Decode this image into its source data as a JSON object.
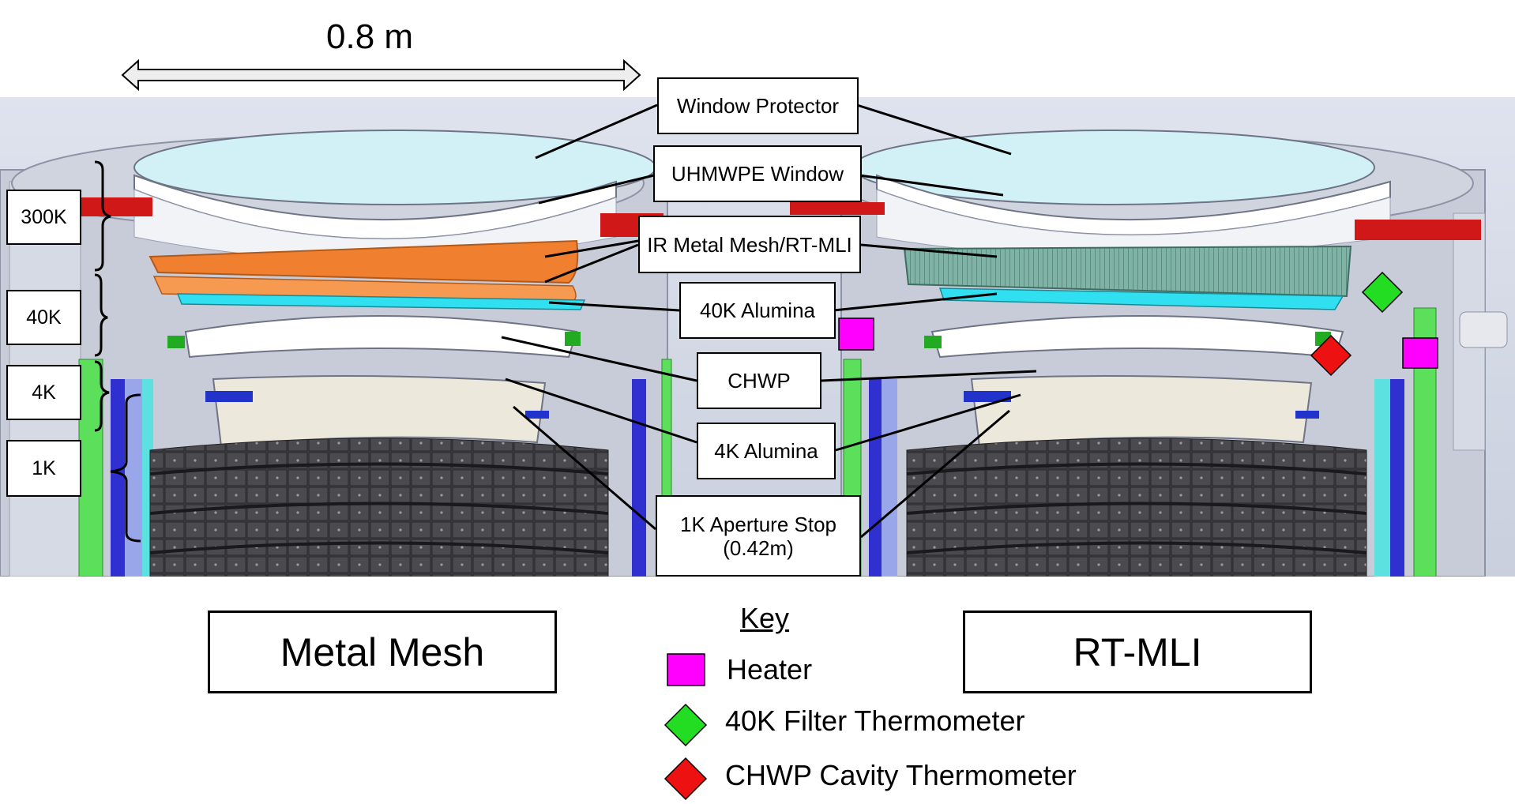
{
  "scale": {
    "label": "0.8 m"
  },
  "stages": [
    {
      "label": "300K"
    },
    {
      "label": "40K"
    },
    {
      "label": "4K"
    },
    {
      "label": "1K"
    }
  ],
  "callouts": [
    {
      "label": "Window Protector"
    },
    {
      "label": "UHMWPE Window"
    },
    {
      "label": "IR Metal Mesh/RT-MLI"
    },
    {
      "label": "40K Alumina"
    },
    {
      "label": "CHWP"
    },
    {
      "label": "4K Alumina"
    },
    {
      "label": "1K Aperture Stop\n(0.42m)"
    }
  ],
  "panels": {
    "left": "Metal Mesh",
    "right": "RT-MLI"
  },
  "key": {
    "title": "Key",
    "items": [
      {
        "label": "Heater",
        "icon": "square-icon",
        "color": "#ff00ff"
      },
      {
        "label": "40K Filter Thermometer",
        "icon": "diamond-icon",
        "color": "#22dd22"
      },
      {
        "label": "CHWP Cavity Thermometer",
        "icon": "diamond-icon",
        "color": "#ee1111"
      }
    ]
  },
  "colors": {
    "ir_filter_metal_mesh": "#f08030",
    "rt_mli": "#6fa898",
    "alumina_40k": "#30e0f0",
    "stage_300k": "#d01818",
    "stage_4k": "#5ce05c",
    "stage_1k": "#3030d0"
  }
}
